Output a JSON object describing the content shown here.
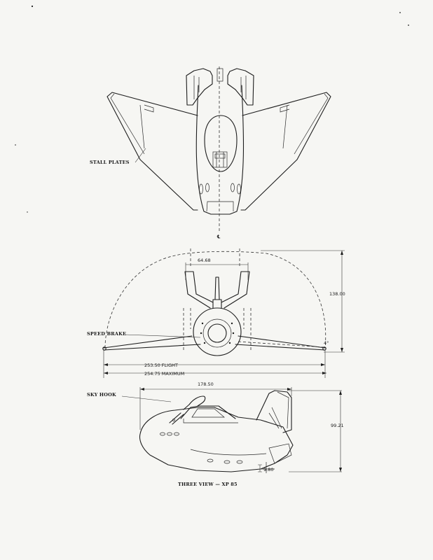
{
  "labels": {
    "stall_plates": "STALL PLATES",
    "centerline": "℄",
    "speed_brake": "SPEED BRAKE",
    "sky_hook": "SKY HOOK",
    "caption": "THREE VIEW — XP 85"
  },
  "dimensions": {
    "fuselage_width": "64.68",
    "height_front": "138.00",
    "span_flight": "253.50  FLIGHT",
    "span_maximum": "254.75  MAXIMUM",
    "length": "178.50",
    "height_side": "99.21",
    "ground_clearance": "9.80",
    "dihedral": "4°"
  }
}
